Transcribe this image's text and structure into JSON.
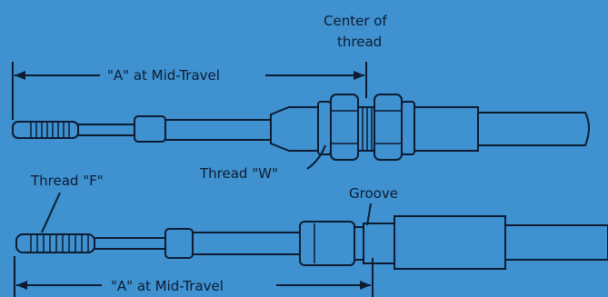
{
  "diagram": {
    "top": {
      "dimension_label": "\"A\" at Mid-Travel",
      "center_label_line1": "Center of",
      "center_label_line2": "thread",
      "thread_w_label": "Thread \"W\""
    },
    "bottom": {
      "thread_f_label": "Thread \"F\"",
      "groove_label": "Groove",
      "dimension_label": "\"A\" at Mid-Travel"
    },
    "colors": {
      "background": "#3f92cf",
      "ink": "#0d1b33"
    }
  }
}
